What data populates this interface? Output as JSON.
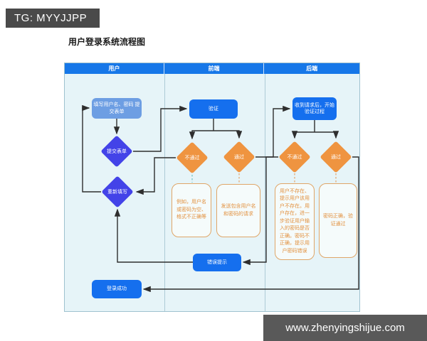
{
  "badge": {
    "label": "TG: MYYJJPP"
  },
  "title": "用户登录系统流程图",
  "watermark": {
    "label": "www.zhenyingshijue.com"
  },
  "colors": {
    "lane_header": "#1677e8",
    "process_blue": "#156fee",
    "process_lightblue": "#6d9ee3",
    "decision_indigo": "#4343e8",
    "decision_orange": "#ef9440",
    "note_border": "#dfa668",
    "note_text": "#e2913f",
    "lane_bg": "#e6f4f8",
    "arrow": "#2e2e2e"
  },
  "diagram": {
    "lanes": [
      {
        "label": "用户"
      },
      {
        "label": "前端"
      },
      {
        "label": "后端"
      }
    ],
    "nodes": {
      "fill_form": {
        "type": "process",
        "label": "填写用户名、密码 提交表单"
      },
      "submit_form": {
        "type": "decision",
        "label": "提交表单"
      },
      "verify": {
        "type": "process",
        "label": "验证"
      },
      "fe_fail": {
        "type": "decision",
        "label": "不通过"
      },
      "fe_pass": {
        "type": "decision",
        "label": "通过"
      },
      "receive": {
        "type": "process",
        "label": "收到请求后，开始验证过程"
      },
      "be_fail": {
        "type": "decision",
        "label": "不通过"
      },
      "be_pass": {
        "type": "decision",
        "label": "通过"
      },
      "refill": {
        "type": "decision",
        "label": "重新填写"
      },
      "error_tip": {
        "type": "process",
        "label": "错误提示"
      },
      "login_success": {
        "type": "process",
        "label": "登录成功"
      }
    },
    "notes": {
      "fe_fail_note": "例如，用户名或密码为空、格式不正确等",
      "fe_pass_note": "发送包含用户名和密码的请求",
      "be_fail_note": "用户不存在、提示用户该用户不存在。用户存在，进一步验证用户输入的密码是否正确。密码不正确，提示用户密码错误",
      "be_pass_note": "密码正确，验证通过"
    },
    "edges": [
      {
        "from": "fill_form",
        "to": "submit_form"
      },
      {
        "from": "submit_form",
        "to": "verify"
      },
      {
        "from": "verify",
        "to": "fe_fail"
      },
      {
        "from": "verify",
        "to": "fe_pass"
      },
      {
        "from": "fe_fail",
        "to": "refill"
      },
      {
        "from": "fe_pass",
        "to": "receive"
      },
      {
        "from": "receive",
        "to": "be_fail"
      },
      {
        "from": "receive",
        "to": "be_pass"
      },
      {
        "from": "be_fail",
        "to": "error_tip"
      },
      {
        "from": "be_pass",
        "to": "login_success"
      },
      {
        "from": "error_tip",
        "to": "refill"
      },
      {
        "from": "refill",
        "to": "fill_form"
      }
    ]
  }
}
